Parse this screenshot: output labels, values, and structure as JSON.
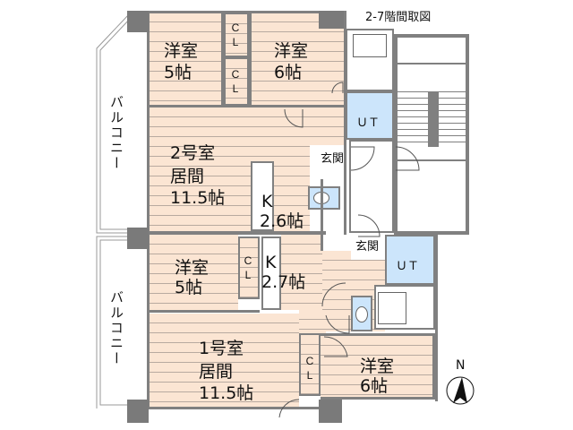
{
  "title": "2-7階間取図",
  "colors": {
    "floor": "#fbe5d3",
    "floor_line": "#b8aaa0",
    "wet_area": "#cce5fb",
    "wall": "#808080",
    "pillar": "#7a7a7a"
  },
  "balconies": [
    {
      "label": "バルコニー"
    },
    {
      "label": "バルコニー"
    }
  ],
  "units": [
    {
      "name": "2号室",
      "rooms": {
        "western_5": {
          "type": "洋室",
          "size": "5帖"
        },
        "western_6": {
          "type": "洋室",
          "size": "6帖"
        },
        "living": {
          "unit": "2号室",
          "type": "居間",
          "size": "11.5帖"
        },
        "kitchen": {
          "type": "K",
          "size": "2.6帖"
        },
        "entrance": "玄関",
        "ut": "ＵＴ",
        "closets": [
          "C L",
          "C L"
        ]
      }
    },
    {
      "name": "1号室",
      "rooms": {
        "western_5": {
          "type": "洋室",
          "size": "5帖"
        },
        "western_6": {
          "type": "洋室",
          "size": "6帖"
        },
        "living": {
          "unit": "1号室",
          "type": "居間",
          "size": "11.5帖"
        },
        "kitchen": {
          "type": "K",
          "size": "2.7帖"
        },
        "entrance": "玄関",
        "ut": "ＵＴ",
        "closets": [
          "C L",
          "C L"
        ]
      }
    }
  ],
  "compass": {
    "label": "N"
  },
  "cl": {
    "c": "C",
    "l": "L"
  }
}
